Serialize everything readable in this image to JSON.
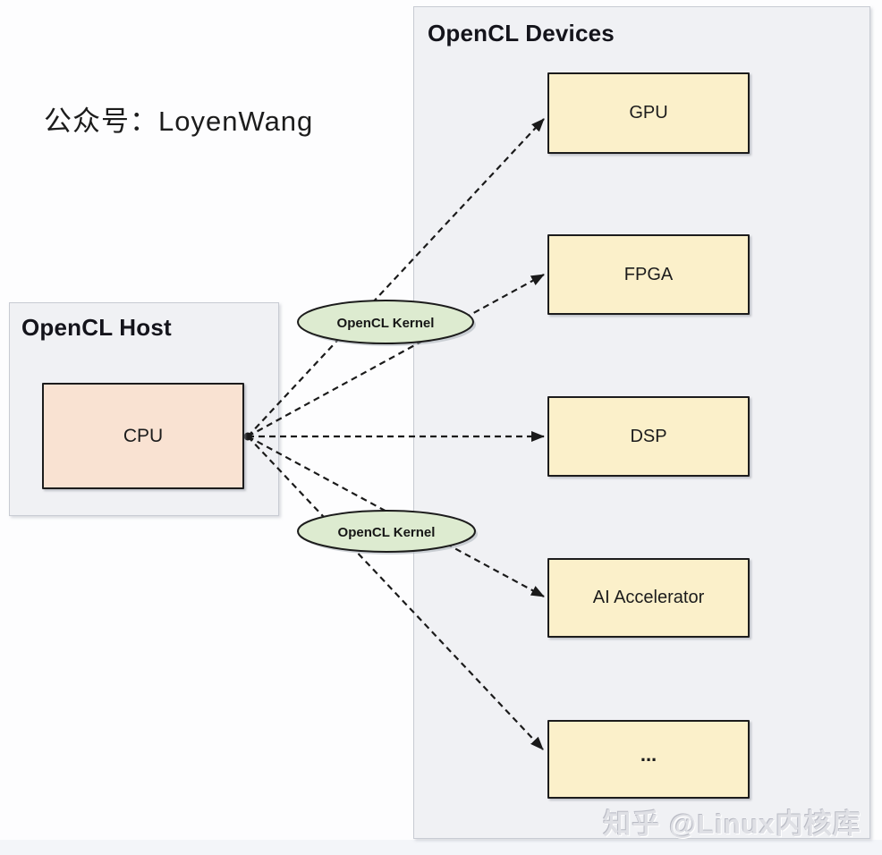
{
  "byline": "公众号：LoyenWang",
  "watermark": "知乎 @Linux内核库",
  "host": {
    "title": "OpenCL Host",
    "cpu_label": "CPU"
  },
  "devices": {
    "title": "OpenCL Devices",
    "items": [
      {
        "label": "GPU"
      },
      {
        "label": "FPGA"
      },
      {
        "label": "DSP"
      },
      {
        "label": "AI Accelerator"
      },
      {
        "label": "..."
      }
    ]
  },
  "kernels": [
    {
      "label": "OpenCL Kernel"
    },
    {
      "label": "OpenCL Kernel"
    }
  ],
  "connections": [
    {
      "from": "CPU",
      "to": "GPU",
      "via": "OpenCL Kernel",
      "style": "dashed-arrow"
    },
    {
      "from": "CPU",
      "to": "FPGA",
      "via": "OpenCL Kernel",
      "style": "dashed-arrow"
    },
    {
      "from": "CPU",
      "to": "DSP",
      "via": null,
      "style": "dashed-arrow"
    },
    {
      "from": "CPU",
      "to": "AI Accelerator",
      "via": "OpenCL Kernel",
      "style": "dashed-arrow"
    },
    {
      "from": "CPU",
      "to": "...",
      "via": "OpenCL Kernel",
      "style": "dashed-arrow"
    }
  ],
  "colors": {
    "device_fill": "#fbf0ca",
    "cpu_fill": "#f9e2d2",
    "kernel_fill": "#ddebd0",
    "kernel_shadow": "#aab0b8",
    "panel_fill": "#f0f1f4",
    "panel_border": "#c8cbd3",
    "line": "#1a1a1a",
    "background": "#fdfdfe"
  }
}
